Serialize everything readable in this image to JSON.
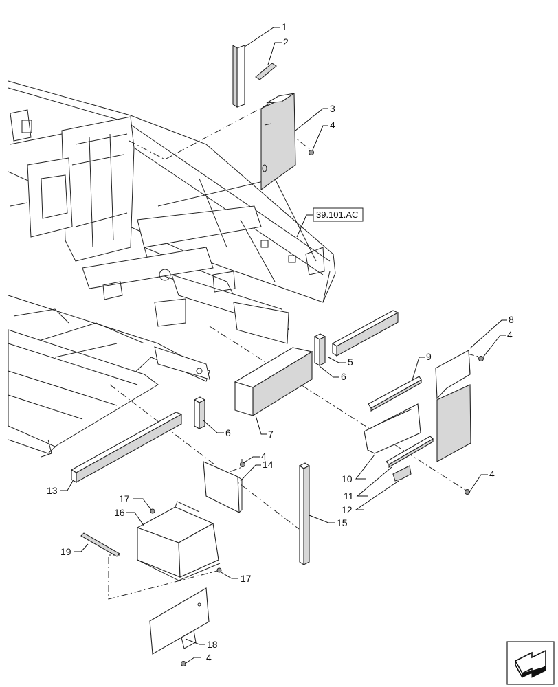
{
  "reference_label": "39.101.AC",
  "callouts": [
    {
      "id": "c1",
      "text": "1"
    },
    {
      "id": "c2",
      "text": "2"
    },
    {
      "id": "c3",
      "text": "3"
    },
    {
      "id": "c4a",
      "text": "4"
    },
    {
      "id": "c4b",
      "text": "4"
    },
    {
      "id": "c4c",
      "text": "4"
    },
    {
      "id": "c4d",
      "text": "4"
    },
    {
      "id": "c4e",
      "text": "4"
    },
    {
      "id": "c5",
      "text": "5"
    },
    {
      "id": "c6a",
      "text": "6"
    },
    {
      "id": "c6b",
      "text": "6"
    },
    {
      "id": "c7",
      "text": "7"
    },
    {
      "id": "c8",
      "text": "8"
    },
    {
      "id": "c9",
      "text": "9"
    },
    {
      "id": "c10",
      "text": "10"
    },
    {
      "id": "c11",
      "text": "11"
    },
    {
      "id": "c12",
      "text": "12"
    },
    {
      "id": "c13",
      "text": "13"
    },
    {
      "id": "c14",
      "text": "14"
    },
    {
      "id": "c15",
      "text": "15"
    },
    {
      "id": "c16",
      "text": "16"
    },
    {
      "id": "c17a",
      "text": "17"
    },
    {
      "id": "c17b",
      "text": "17"
    },
    {
      "id": "c18",
      "text": "18"
    },
    {
      "id": "c19",
      "text": "19"
    }
  ],
  "nav_icon": "arrow-navigation-icon"
}
